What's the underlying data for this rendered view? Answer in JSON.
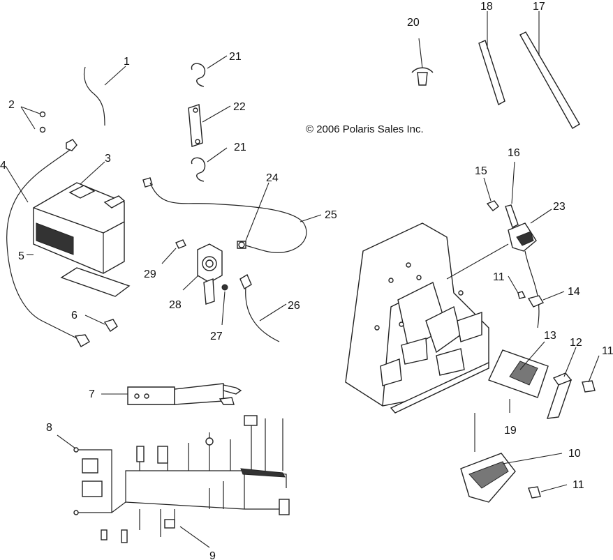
{
  "copyright": "© 2006 Polaris Sales Inc.",
  "callouts": [
    {
      "id": "c1",
      "text": "1"
    },
    {
      "id": "c2",
      "text": "2"
    },
    {
      "id": "c3",
      "text": "3"
    },
    {
      "id": "c4",
      "text": "4"
    },
    {
      "id": "c5",
      "text": "5"
    },
    {
      "id": "c6",
      "text": "6"
    },
    {
      "id": "c7",
      "text": "7"
    },
    {
      "id": "c8",
      "text": "8"
    },
    {
      "id": "c9",
      "text": "9"
    },
    {
      "id": "c10",
      "text": "10"
    },
    {
      "id": "c11a",
      "text": "11"
    },
    {
      "id": "c11b",
      "text": "11"
    },
    {
      "id": "c11c",
      "text": "11"
    },
    {
      "id": "c12",
      "text": "12"
    },
    {
      "id": "c13",
      "text": "13"
    },
    {
      "id": "c14",
      "text": "14"
    },
    {
      "id": "c15",
      "text": "15"
    },
    {
      "id": "c16",
      "text": "16"
    },
    {
      "id": "c17",
      "text": "17"
    },
    {
      "id": "c18",
      "text": "18"
    },
    {
      "id": "c19",
      "text": "19"
    },
    {
      "id": "c20",
      "text": "20"
    },
    {
      "id": "c21a",
      "text": "21"
    },
    {
      "id": "c21b",
      "text": "21"
    },
    {
      "id": "c22",
      "text": "22"
    },
    {
      "id": "c23",
      "text": "23"
    },
    {
      "id": "c24",
      "text": "24"
    },
    {
      "id": "c25",
      "text": "25"
    },
    {
      "id": "c26",
      "text": "26"
    },
    {
      "id": "c27",
      "text": "27"
    },
    {
      "id": "c28",
      "text": "28"
    },
    {
      "id": "c29",
      "text": "29"
    }
  ]
}
